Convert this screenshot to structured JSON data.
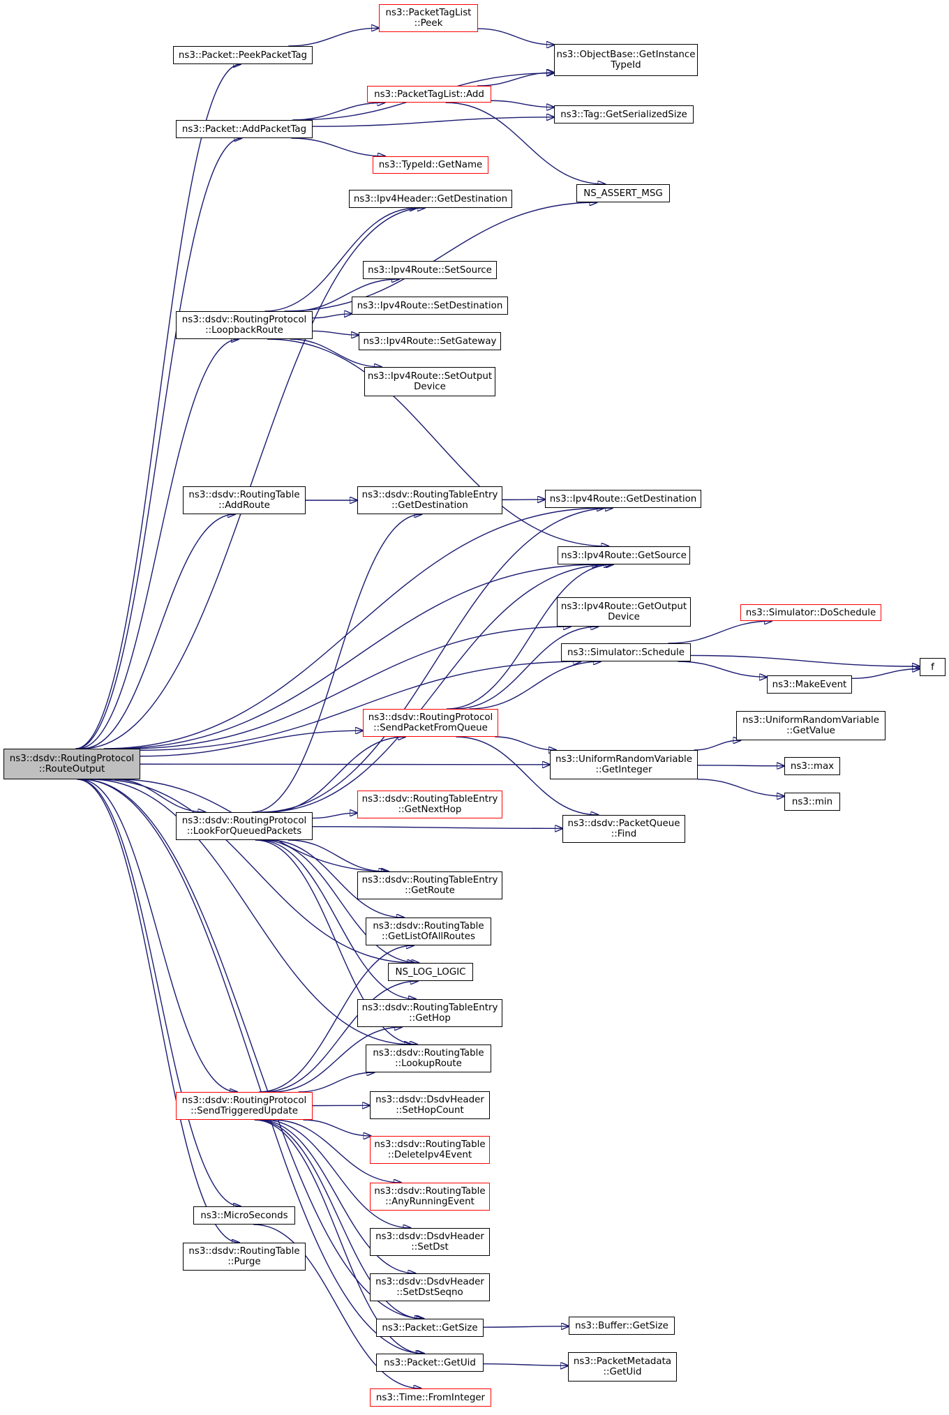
{
  "graph": {
    "edge_color": "#191970",
    "focus_fill": "#bfbfbf",
    "truncated_border": "#ff0000",
    "normal_border": "#000000",
    "nodes": {
      "root": {
        "lines": [
          "ns3::dsdv::RoutingProtocol",
          "::RouteOutput"
        ],
        "truncated": false,
        "focus": true
      },
      "peekPacketTag": {
        "lines": [
          "ns3::Packet::PeekPacketTag"
        ],
        "truncated": false
      },
      "ptlPeek": {
        "lines": [
          "ns3::PacketTagList",
          "::Peek"
        ],
        "truncated": true
      },
      "objGetInstance": {
        "lines": [
          "ns3::ObjectBase::GetInstance",
          "TypeId"
        ],
        "truncated": false
      },
      "addPacketTag": {
        "lines": [
          "ns3::Packet::AddPacketTag"
        ],
        "truncated": false
      },
      "ptlAdd": {
        "lines": [
          "ns3::PacketTagList::Add"
        ],
        "truncated": true
      },
      "tagGetSerSize": {
        "lines": [
          "ns3::Tag::GetSerializedSize"
        ],
        "truncated": false
      },
      "typeIdGetName": {
        "lines": [
          "ns3::TypeId::GetName"
        ],
        "truncated": true
      },
      "ipv4hdrGetDst": {
        "lines": [
          "ns3::Ipv4Header::GetDestination"
        ],
        "truncated": false
      },
      "nsAssertMsg": {
        "lines": [
          "NS_ASSERT_MSG"
        ],
        "truncated": false
      },
      "routeSetSource": {
        "lines": [
          "ns3::Ipv4Route::SetSource"
        ],
        "truncated": false
      },
      "loopbackRoute": {
        "lines": [
          "ns3::dsdv::RoutingProtocol",
          "::LoopbackRoute"
        ],
        "truncated": false
      },
      "routeSetDst": {
        "lines": [
          "ns3::Ipv4Route::SetDestination"
        ],
        "truncated": false
      },
      "routeSetGw": {
        "lines": [
          "ns3::Ipv4Route::SetGateway"
        ],
        "truncated": false
      },
      "routeSetOutDev": {
        "lines": [
          "ns3::Ipv4Route::SetOutput",
          "Device"
        ],
        "truncated": false
      },
      "rtAddRoute": {
        "lines": [
          "ns3::dsdv::RoutingTable",
          "::AddRoute"
        ],
        "truncated": false
      },
      "rteGetDst": {
        "lines": [
          "ns3::dsdv::RoutingTableEntry",
          "::GetDestination"
        ],
        "truncated": false
      },
      "routeGetDst": {
        "lines": [
          "ns3::Ipv4Route::GetDestination"
        ],
        "truncated": false
      },
      "routeGetSrc": {
        "lines": [
          "ns3::Ipv4Route::GetSource"
        ],
        "truncated": false
      },
      "routeGetOutDev": {
        "lines": [
          "ns3::Ipv4Route::GetOutput",
          "Device"
        ],
        "truncated": false
      },
      "simDoSchedule": {
        "lines": [
          "ns3::Simulator::DoSchedule"
        ],
        "truncated": true
      },
      "simSchedule": {
        "lines": [
          "ns3::Simulator::Schedule"
        ],
        "truncated": false
      },
      "f": {
        "lines": [
          "f"
        ],
        "truncated": false
      },
      "makeEvent": {
        "lines": [
          "ns3::MakeEvent"
        ],
        "truncated": false
      },
      "sendPktFromQueue": {
        "lines": [
          "ns3::dsdv::RoutingProtocol",
          "::SendPacketFromQueue"
        ],
        "truncated": true
      },
      "urvGetValue": {
        "lines": [
          "ns3::UniformRandomVariable",
          "::GetValue"
        ],
        "truncated": false
      },
      "urvGetInteger": {
        "lines": [
          "ns3::UniformRandomVariable",
          "::GetInteger"
        ],
        "truncated": false
      },
      "max": {
        "lines": [
          "ns3::max"
        ],
        "truncated": false
      },
      "min": {
        "lines": [
          "ns3::min"
        ],
        "truncated": false
      },
      "lookForQueued": {
        "lines": [
          "ns3::dsdv::RoutingProtocol",
          "::LookForQueuedPackets"
        ],
        "truncated": false
      },
      "rteGetNextHop": {
        "lines": [
          "ns3::dsdv::RoutingTableEntry",
          "::GetNextHop"
        ],
        "truncated": true
      },
      "pqFind": {
        "lines": [
          "ns3::dsdv::PacketQueue",
          "::Find"
        ],
        "truncated": false
      },
      "rteGetRoute": {
        "lines": [
          "ns3::dsdv::RoutingTableEntry",
          "::GetRoute"
        ],
        "truncated": false
      },
      "rtGetListAll": {
        "lines": [
          "ns3::dsdv::RoutingTable",
          "::GetListOfAllRoutes"
        ],
        "truncated": false
      },
      "nsLogLogic": {
        "lines": [
          "NS_LOG_LOGIC"
        ],
        "truncated": false
      },
      "rteGetHop": {
        "lines": [
          "ns3::dsdv::RoutingTableEntry",
          "::GetHop"
        ],
        "truncated": false
      },
      "rtLookupRoute": {
        "lines": [
          "ns3::dsdv::RoutingTable",
          "::LookupRoute"
        ],
        "truncated": false
      },
      "sendTriggered": {
        "lines": [
          "ns3::dsdv::RoutingProtocol",
          "::SendTriggeredUpdate"
        ],
        "truncated": true
      },
      "hdrSetHopCount": {
        "lines": [
          "ns3::dsdv::DsdvHeader",
          "::SetHopCount"
        ],
        "truncated": false
      },
      "rtDeleteIpv4Event": {
        "lines": [
          "ns3::dsdv::RoutingTable",
          "::DeleteIpv4Event"
        ],
        "truncated": true
      },
      "rtAnyRunning": {
        "lines": [
          "ns3::dsdv::RoutingTable",
          "::AnyRunningEvent"
        ],
        "truncated": true
      },
      "microSeconds": {
        "lines": [
          "ns3::MicroSeconds"
        ],
        "truncated": false
      },
      "hdrSetDst": {
        "lines": [
          "ns3::dsdv::DsdvHeader",
          "::SetDst"
        ],
        "truncated": false
      },
      "rtPurge": {
        "lines": [
          "ns3::dsdv::RoutingTable",
          "::Purge"
        ],
        "truncated": false
      },
      "hdrSetDstSeqno": {
        "lines": [
          "ns3::dsdv::DsdvHeader",
          "::SetDstSeqno"
        ],
        "truncated": false
      },
      "pktGetSize": {
        "lines": [
          "ns3::Packet::GetSize"
        ],
        "truncated": false
      },
      "bufGetSize": {
        "lines": [
          "ns3::Buffer::GetSize"
        ],
        "truncated": false
      },
      "pktGetUid": {
        "lines": [
          "ns3::Packet::GetUid"
        ],
        "truncated": false
      },
      "pmGetUid": {
        "lines": [
          "ns3::PacketMetadata",
          "::GetUid"
        ],
        "truncated": false
      },
      "timeFromInteger": {
        "lines": [
          "ns3::Time::FromInteger"
        ],
        "truncated": true
      }
    }
  }
}
